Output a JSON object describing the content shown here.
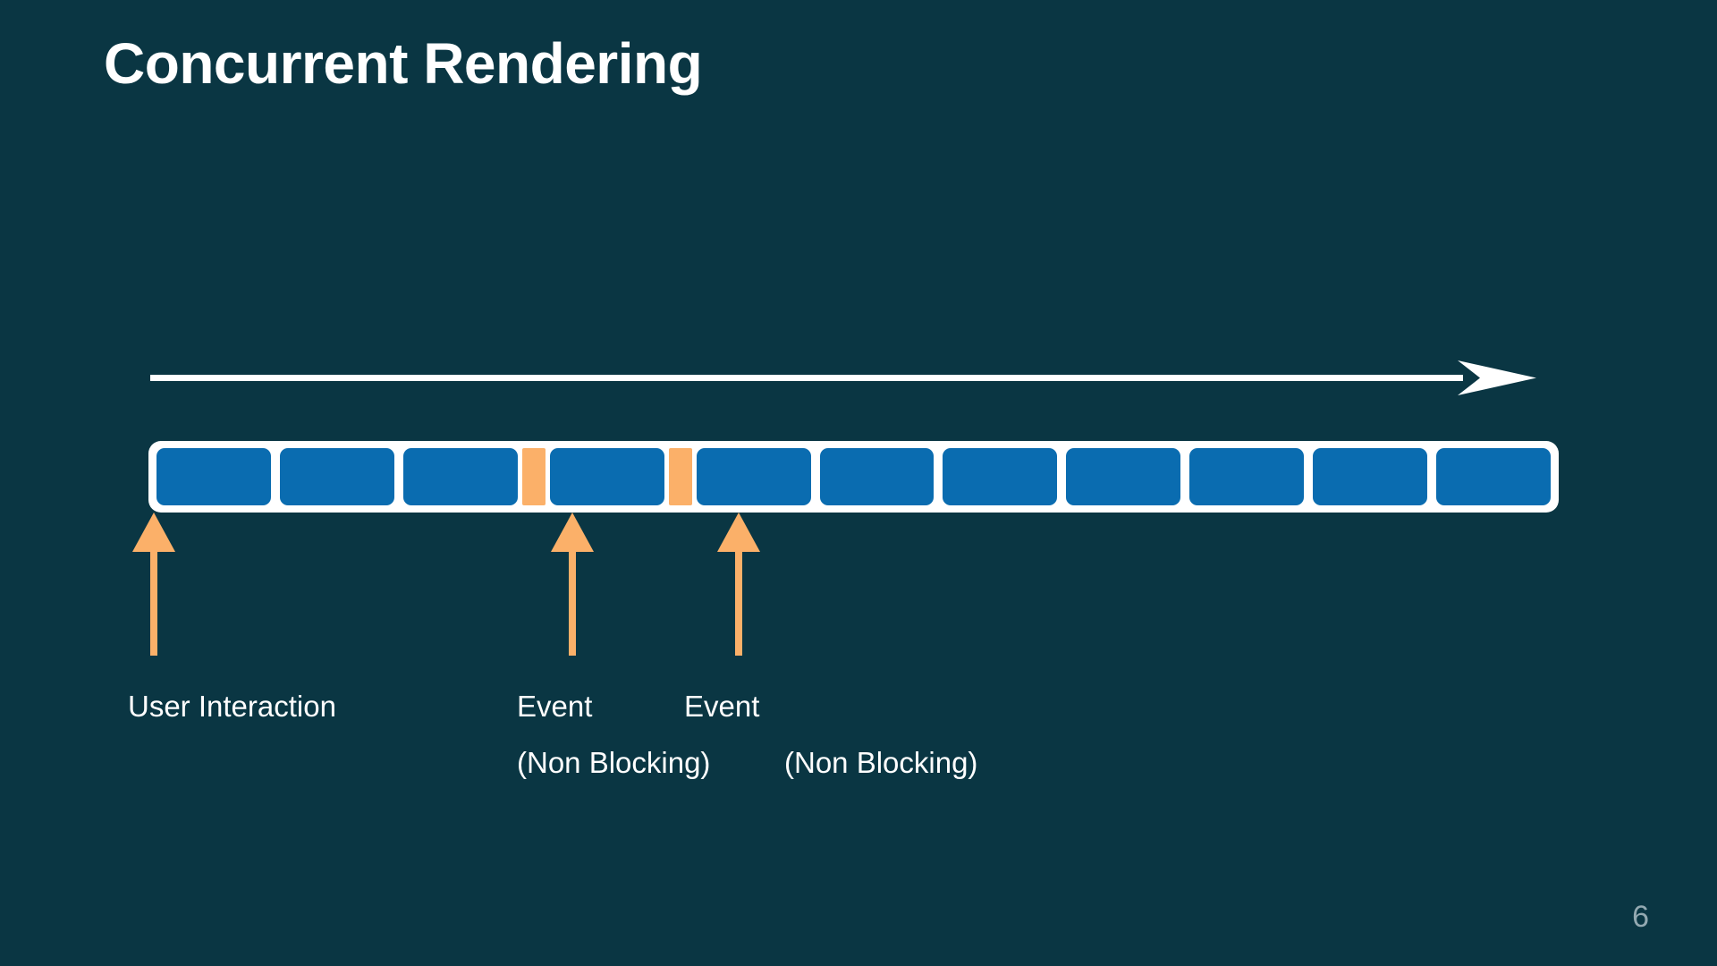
{
  "slide": {
    "title": "Concurrent Rendering",
    "page_number": "6",
    "background_color": "#0a3643"
  },
  "colors": {
    "background": "#0a3643",
    "work_segment": "#0a6cb0",
    "event_segment": "#fbb069",
    "accent_arrow": "#fbb069",
    "frame": "#ffffff",
    "axis": "#ffffff",
    "text": "#ffffff",
    "page_number": "#93a9b1"
  },
  "time_axis": {
    "name": "time-axis-arrow",
    "direction": "right"
  },
  "timeline": {
    "name": "render-work-timeline",
    "segments": [
      {
        "type": "work",
        "label": "render-chunk"
      },
      {
        "type": "work",
        "label": "render-chunk"
      },
      {
        "type": "work",
        "label": "render-chunk"
      },
      {
        "type": "event",
        "label": "event-slice"
      },
      {
        "type": "work",
        "label": "render-chunk"
      },
      {
        "type": "event",
        "label": "event-slice"
      },
      {
        "type": "work",
        "label": "render-chunk"
      },
      {
        "type": "work",
        "label": "render-chunk"
      },
      {
        "type": "work",
        "label": "render-chunk"
      },
      {
        "type": "work",
        "label": "render-chunk"
      },
      {
        "type": "work",
        "label": "render-chunk"
      },
      {
        "type": "work",
        "label": "render-chunk"
      },
      {
        "type": "work",
        "label": "render-chunk"
      }
    ]
  },
  "callouts": [
    {
      "id": "user-interaction",
      "label": "User Interaction",
      "sublabel": ""
    },
    {
      "id": "event-1",
      "label": "Event",
      "sublabel": "(Non Blocking)"
    },
    {
      "id": "event-2",
      "label": "Event",
      "sublabel": "(Non Blocking)"
    }
  ]
}
